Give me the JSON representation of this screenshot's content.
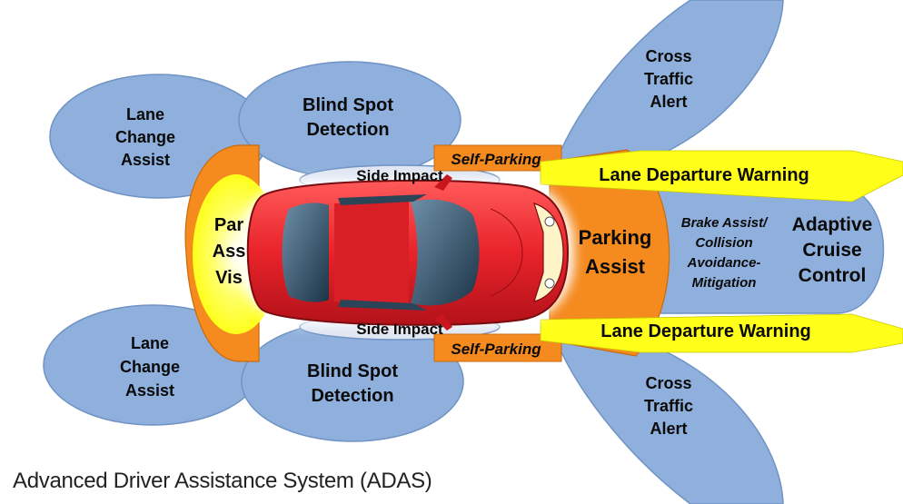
{
  "colors": {
    "blue_zone": "#8fb0dc",
    "blue_stroke": "#6f93c4",
    "orange_zone": "#f58a1f",
    "yellow_band": "#ffff1a",
    "car_red": "#e8232a",
    "caption_text": "#222222"
  },
  "zones": {
    "lane_change_top": [
      "Lane",
      "Change",
      "Assist"
    ],
    "lane_change_bottom": [
      "Lane",
      "Change",
      "Assist"
    ],
    "blind_spot_top": [
      "Blind Spot",
      "Detection"
    ],
    "blind_spot_bottom": [
      "Blind Spot",
      "Detection"
    ],
    "cross_traffic_top": [
      "Cross",
      "Traffic",
      "Alert"
    ],
    "cross_traffic_bottom": [
      "Cross",
      "Traffic",
      "Alert"
    ],
    "side_impact_top": "Side Impact",
    "side_impact_bottom": "Side Impact",
    "self_parking_top": "Self-Parking",
    "self_parking_bottom": "Self-Parking",
    "ldw_top": "Lane Departure Warning",
    "ldw_bottom": "Lane Departure Warning",
    "parking_assist_front": [
      "Parking",
      "Assist"
    ],
    "parking_assist_rear": [
      "Par",
      "Ass",
      "Vis"
    ],
    "brake_assist": [
      "Brake Assist/",
      "Collision",
      "Avoidance-",
      "Mitigation"
    ],
    "adaptive_cruise": [
      "Adaptive",
      "Cruise",
      "Control"
    ]
  },
  "caption": "Advanced Driver Assistance System (ADAS)"
}
